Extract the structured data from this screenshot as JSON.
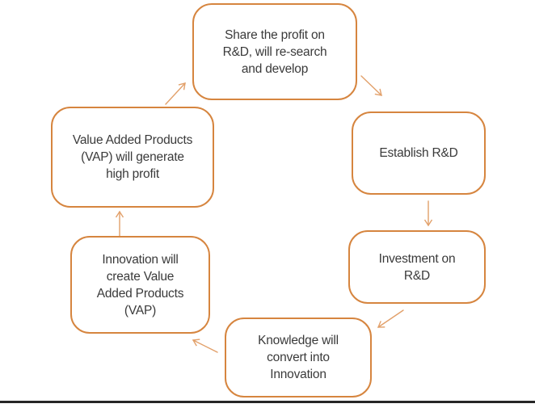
{
  "diagram": {
    "type": "cycle-flowchart",
    "nodes": [
      {
        "id": "share-profit",
        "label": "Share the profit on R&D, will re-search and develop"
      },
      {
        "id": "establish-rd",
        "label": "Establish R&D"
      },
      {
        "id": "investment-rd",
        "label": "Investment on R&D"
      },
      {
        "id": "knowledge-innovation",
        "label": "Knowledge will convert into Innovation"
      },
      {
        "id": "innovation-vap",
        "label": "Innovation will create Value Added Products (VAP)"
      },
      {
        "id": "vap-profit",
        "label": "Value Added Products (VAP) will generate high profit"
      }
    ],
    "flow": [
      {
        "from": "share-profit",
        "to": "establish-rd"
      },
      {
        "from": "establish-rd",
        "to": "investment-rd"
      },
      {
        "from": "investment-rd",
        "to": "knowledge-innovation"
      },
      {
        "from": "knowledge-innovation",
        "to": "innovation-vap"
      },
      {
        "from": "innovation-vap",
        "to": "vap-profit"
      },
      {
        "from": "vap-profit",
        "to": "share-profit"
      }
    ],
    "colors": {
      "node_border": "#d6853f",
      "arrow": "#e2a06a",
      "text": "#3a3a3a",
      "bottom_rule": "#262626",
      "background": "#ffffff"
    }
  }
}
